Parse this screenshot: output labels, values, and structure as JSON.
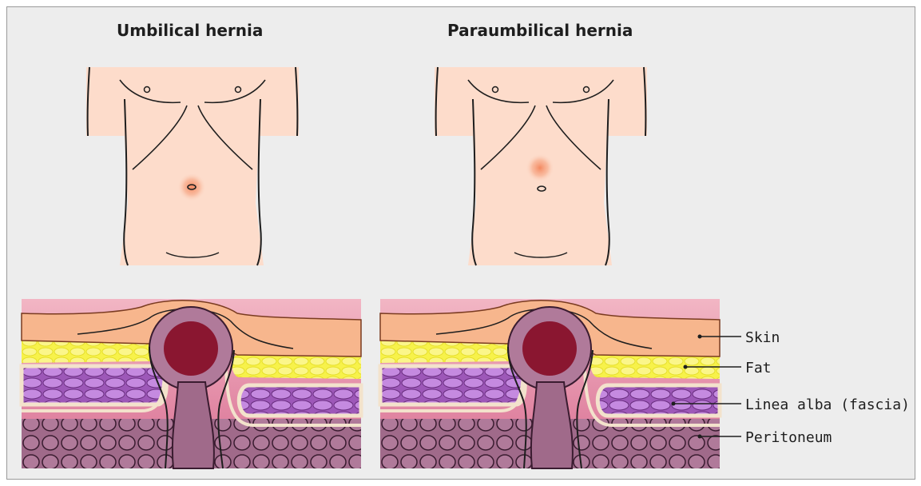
{
  "panels": {
    "left": {
      "title": "Umbilical hernia"
    },
    "right": {
      "title": "Paraumbilical hernia"
    }
  },
  "labels": {
    "skin": "Skin",
    "fat": "Fat",
    "linea_alba": "Linea alba (fascia)",
    "peritoneum": "Peritoneum"
  },
  "colors": {
    "background": "#ededed",
    "skin_tone": "#fddccb",
    "skin_layer": "#f7b68d",
    "fat": "#f7f24a",
    "fascia": "#f3e2cc",
    "muscle": "#c58ae0",
    "bowel": "#a06a8a",
    "hernia_sac": "#8a1630",
    "inflammation": "#f3845a"
  }
}
